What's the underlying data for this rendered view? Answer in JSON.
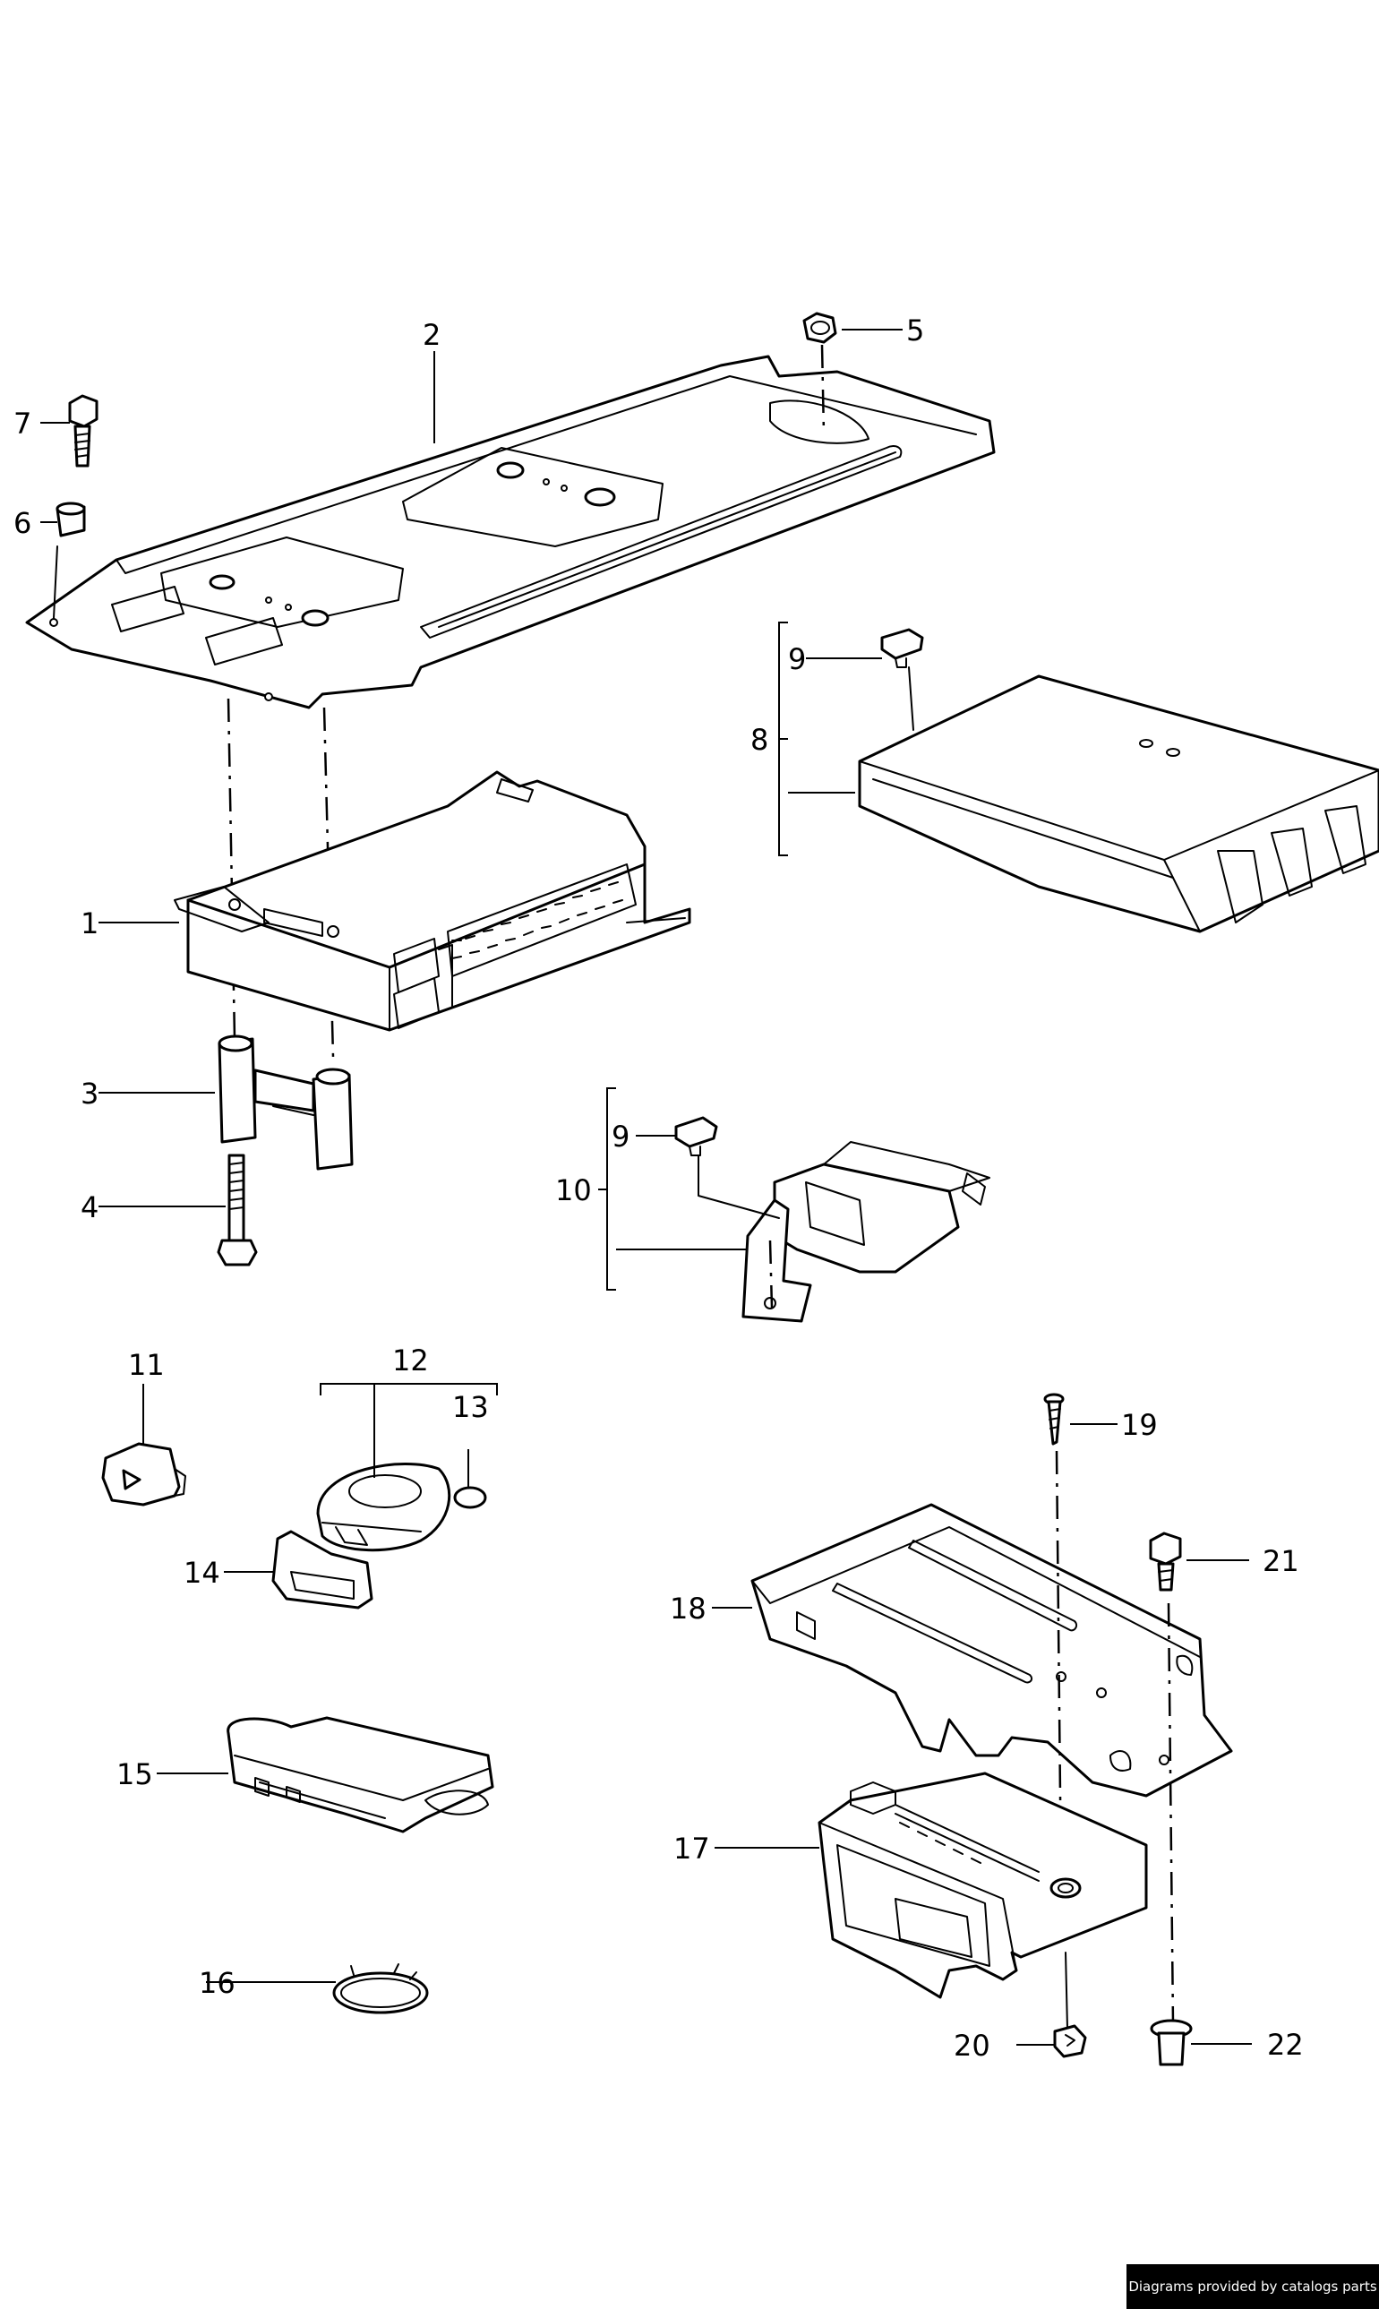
{
  "callouts": {
    "c1": "1",
    "c2": "2",
    "c3": "3",
    "c4": "4",
    "c5": "5",
    "c6": "6",
    "c7": "7",
    "c8": "8",
    "c9a": "9",
    "c9b": "9",
    "c10": "10",
    "c11": "11",
    "c12": "12",
    "c13": "13",
    "c14": "14",
    "c15": "15",
    "c16": "16",
    "c17": "17",
    "c18": "18",
    "c19": "19",
    "c20": "20",
    "c21": "21",
    "c22": "22"
  },
  "credit": "Diagrams provided by catalogs parts",
  "colors": {
    "line": "#000000",
    "background": "#ffffff"
  }
}
